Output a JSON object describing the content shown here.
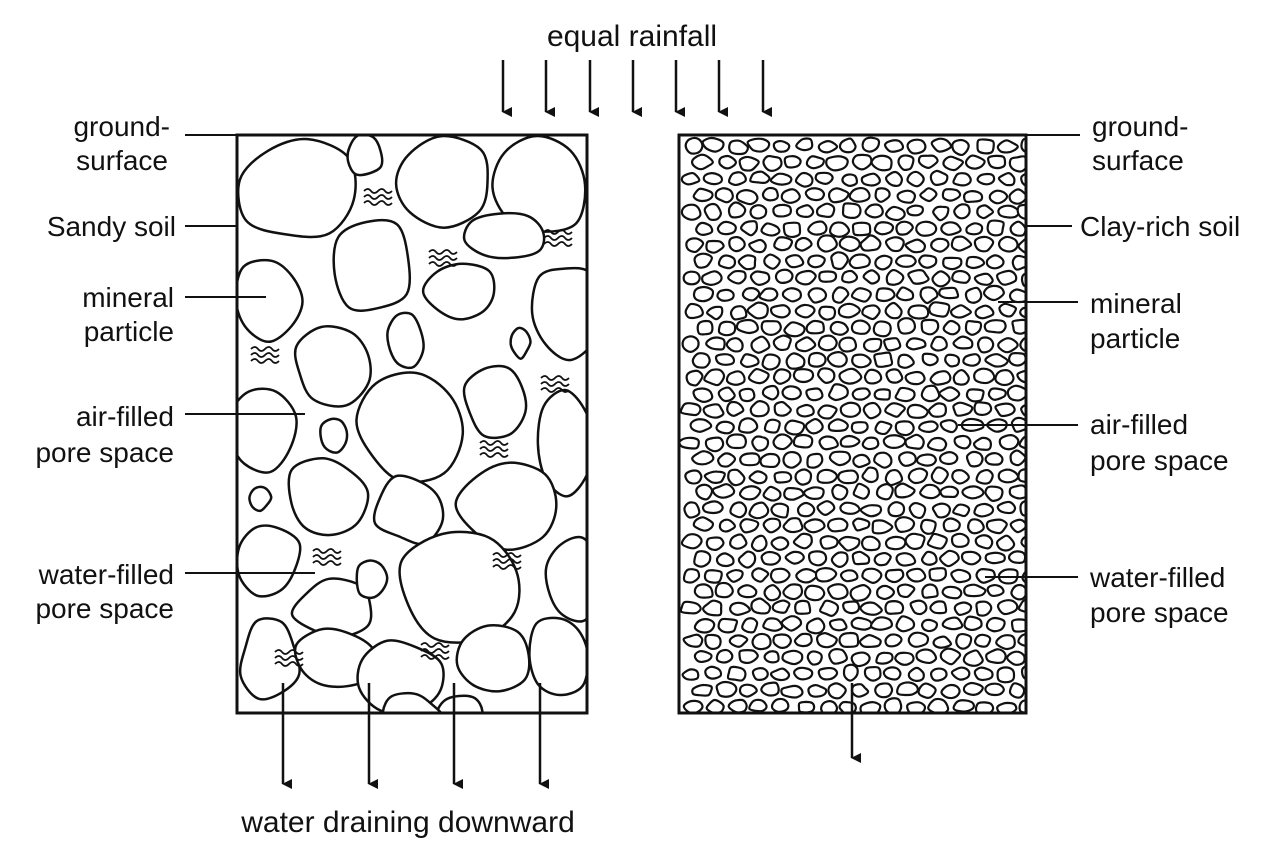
{
  "title": "equal rainfall",
  "footer": "water draining downward",
  "left_panel": {
    "soil_label": "Sandy soil",
    "labels": {
      "ground": [
        "ground-",
        "surface"
      ],
      "particle": [
        "mineral",
        "particle"
      ],
      "air": [
        "air-filled",
        "pore space"
      ],
      "water": [
        "water-filled",
        "pore space"
      ]
    }
  },
  "right_panel": {
    "soil_label": "Clay-rich soil",
    "labels": {
      "ground": [
        "ground-",
        "surface"
      ],
      "particle": [
        "mineral",
        "particle"
      ],
      "air": [
        "air-filled",
        "pore space"
      ],
      "water": [
        "water-filled",
        "pore space"
      ]
    }
  },
  "colors": {
    "ink": "#111111",
    "background": "#ffffff"
  }
}
